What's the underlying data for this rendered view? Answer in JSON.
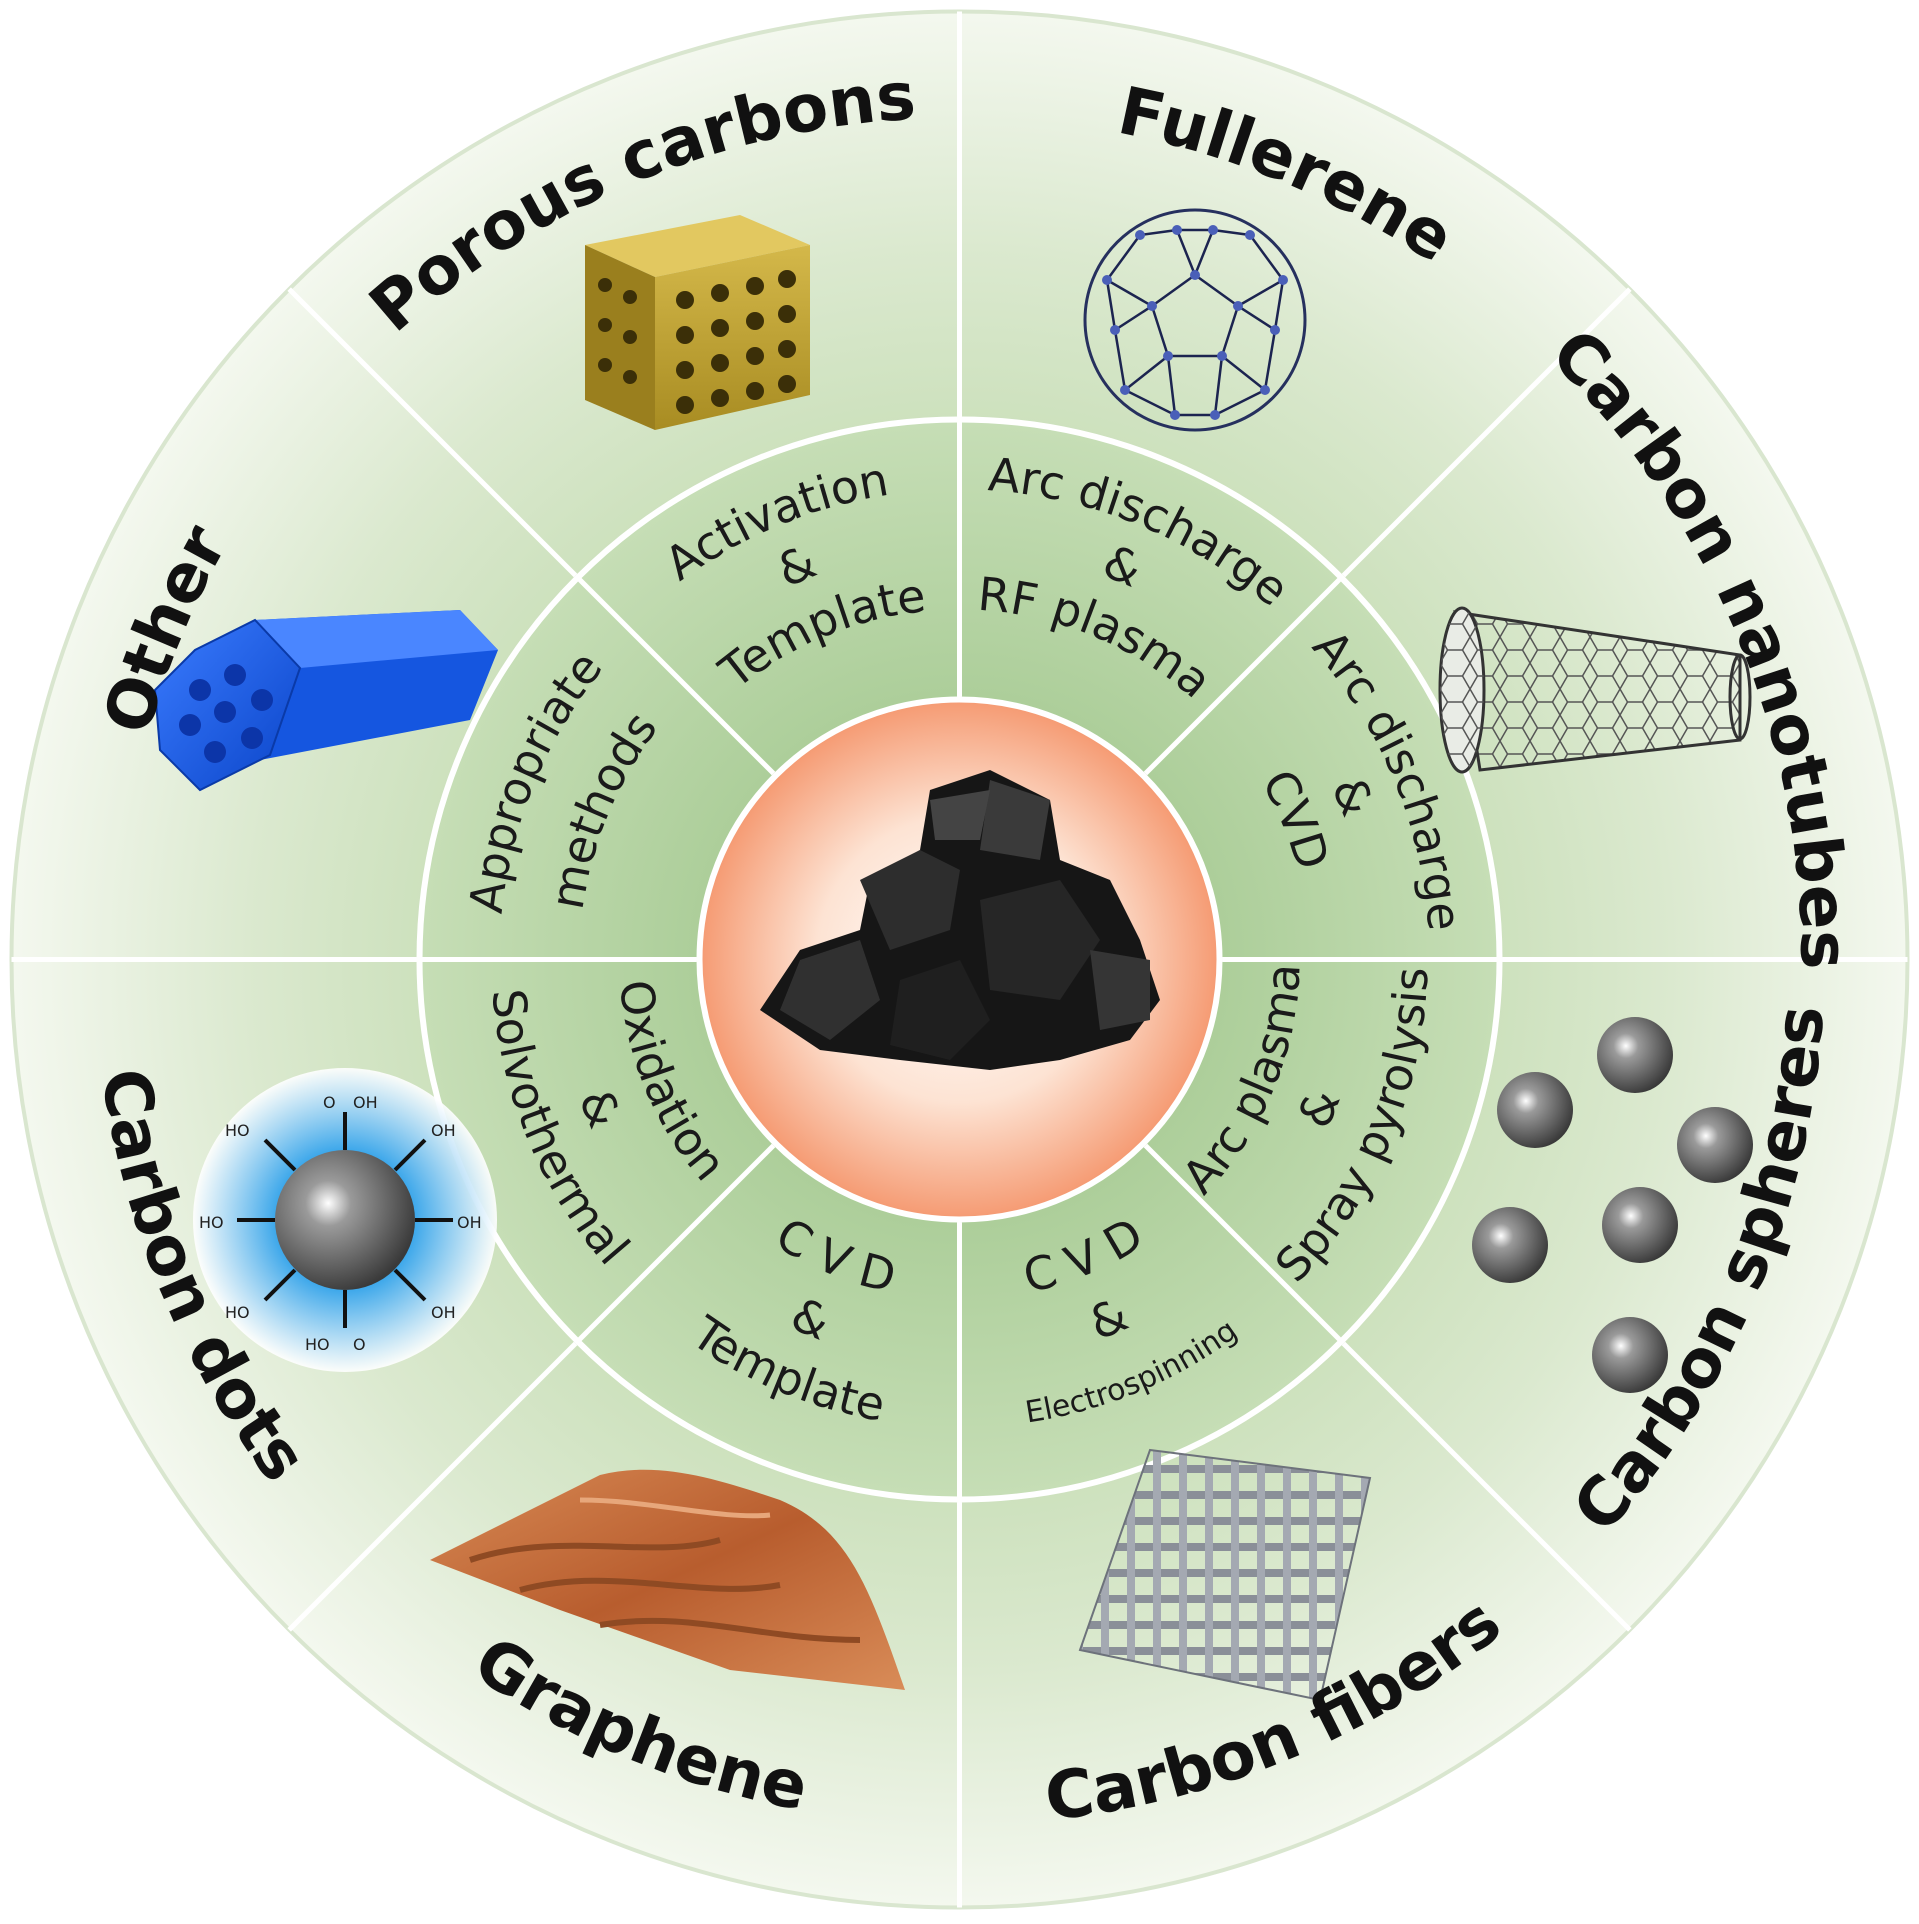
{
  "center": {
    "subject": "coal"
  },
  "sectors": [
    {
      "id": "fullerene",
      "label": "Fullerene",
      "method": [
        "Arc discharge",
        "&",
        "RF plasma"
      ]
    },
    {
      "id": "carbon-nanotubes",
      "label": "Carbon nanotubes",
      "method": [
        "Arc discharge",
        "&",
        "CVD"
      ]
    },
    {
      "id": "carbon-spheres",
      "label": "Carbon spheres",
      "method": [
        "Spray pyrolysis",
        "&",
        "Arc plasma"
      ]
    },
    {
      "id": "carbon-fibers",
      "label": "Carbon fibers",
      "method": [
        "Electrospinning",
        "&",
        "C V D"
      ]
    },
    {
      "id": "graphene",
      "label": "Graphene",
      "method": [
        "Template",
        "&",
        "C V D"
      ]
    },
    {
      "id": "carbon-dots",
      "label": "Carbon dots",
      "method": [
        "Solvothermal",
        "&",
        "Oxidation"
      ]
    },
    {
      "id": "other",
      "label": "Other",
      "method": [
        "Appropriate",
        "methods"
      ]
    },
    {
      "id": "porous-carbons",
      "label": "Porous carbons",
      "method": [
        "Activation",
        "&",
        "Template"
      ]
    }
  ],
  "chem_labels": {
    "oh": "OH",
    "ho": "HO",
    "o": "O"
  },
  "colors": {
    "sector_light": "#eef4e6",
    "sector_mid": "#cfe2c0",
    "ring": "#b9d6a8",
    "divider": "#ffffff",
    "center_core": "#ffffff",
    "center_edge": "#f5a07c"
  }
}
